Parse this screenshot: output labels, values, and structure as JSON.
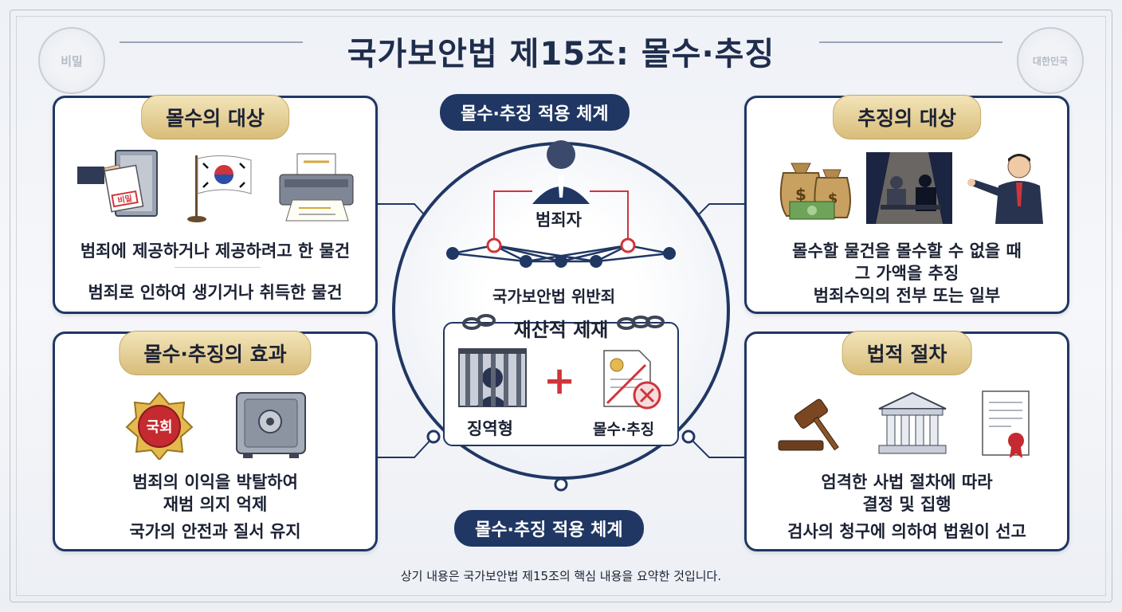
{
  "title": "국가보안법 제15조: 몰수·추징",
  "seals": {
    "left": "비밀",
    "right": "대한민국"
  },
  "cards": {
    "forfeiture_targets": {
      "header": "몰수의 대상",
      "stamp_text": "비밀",
      "lines": [
        "범죄에 제공하거나 제공하려고 한 물건",
        "범죄로 인하여 생기거나 취득한 물건"
      ]
    },
    "collection_targets": {
      "header": "추징의 대상",
      "money_symbol": "$",
      "lines": [
        "몰수할 물건을 몰수할 수 없을 때",
        "그 가액을 추징",
        "범죄수익의 전부 또는 일부"
      ]
    },
    "effects": {
      "header": "몰수·추징의 효과",
      "emblem_text": "국회",
      "lines": [
        "범죄의 이익을 박탈하여",
        "재범 의지 억제",
        "국가의 안전과 질서 유지"
      ]
    },
    "procedure": {
      "header": "법적 절차",
      "lines": [
        "엄격한 사법 절차에 따라",
        "결정 및 집행",
        "검사의 청구에 의하여 법원이 선고"
      ]
    }
  },
  "center": {
    "top_pill": "몰수·추징 적용 체계",
    "bottom_pill": "몰수·추징 적용 체계",
    "offender_label": "범죄자",
    "crime_label": "국가보안법 위반죄",
    "sanction_label": "재산적 제재",
    "prison_label": "징역형",
    "plus_sign": "+",
    "forfeiture_label": "몰수·추징"
  },
  "footnote": "상기 내용은 국가보안법 제15조의 핵심 내용을 요약한 것입니다.",
  "colors": {
    "navy": "#203764",
    "gold": "#d8bd7a",
    "red": "#d0343c",
    "background": "#eef1f6"
  }
}
